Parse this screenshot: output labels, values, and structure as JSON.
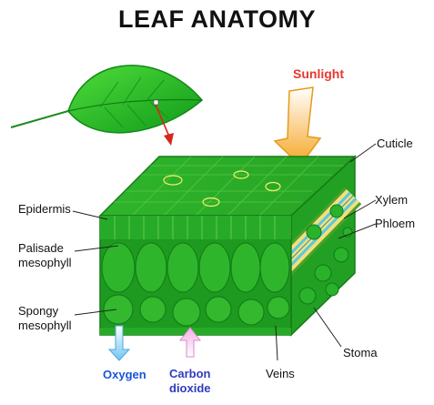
{
  "title": "LEAF ANATOMY",
  "labels": {
    "sunlight": "Sunlight",
    "cuticle": "Cuticle",
    "epidermis": "Epidermis",
    "xylem": "Xylem",
    "phloem": "Phloem",
    "palisade_line1": "Palisade",
    "palisade_line2": "mesophyll",
    "spongy_line1": "Spongy",
    "spongy_line2": "mesophyll",
    "stoma": "Stoma",
    "oxygen": "Oxygen",
    "carbon_line1": "Carbon",
    "carbon_line2": "dioxide",
    "veins": "Veins"
  },
  "colors": {
    "leaf_green": "#1fb81f",
    "block_green": "#2fae2a",
    "dark_green": "#0f7a16",
    "sunlight_orange": "#f5a623",
    "sunlight_label": "#e8382c",
    "oxygen_arrow": "#7ec8f0",
    "co2_arrow": "#f5b8e8",
    "vein_yellow": "#f3e07a",
    "vein_blue": "#59c8e0"
  }
}
